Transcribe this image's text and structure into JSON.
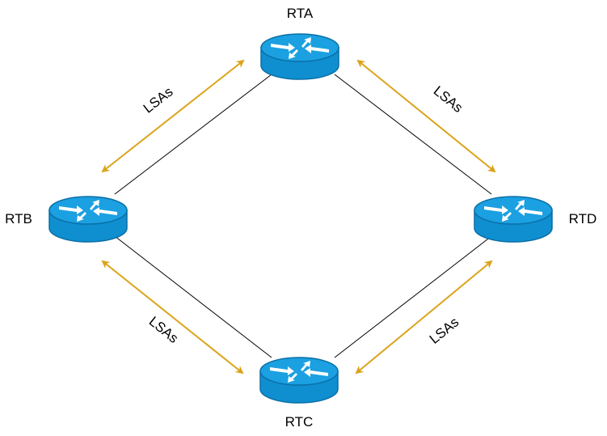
{
  "colors": {
    "router_top": "#1ba0e1",
    "router_side": "#0f8fd0",
    "router_edge": "#0a6fa6",
    "router_arrows": "#ffffff",
    "link_line": "#000000",
    "lsa_arrow": "#dba31a",
    "background": "#ffffff"
  },
  "icons": {
    "router": "router-icon"
  },
  "routers": {
    "rta": {
      "label": "RTA"
    },
    "rtb": {
      "label": "RTB"
    },
    "rtc": {
      "label": "RTC"
    },
    "rtd": {
      "label": "RTD"
    }
  },
  "lsa_flows": {
    "top_left": {
      "label": "LSAs"
    },
    "top_right": {
      "label": "LSAs"
    },
    "bottom_left": {
      "label": "LSAs"
    },
    "bottom_right": {
      "label": "LSAs"
    }
  }
}
